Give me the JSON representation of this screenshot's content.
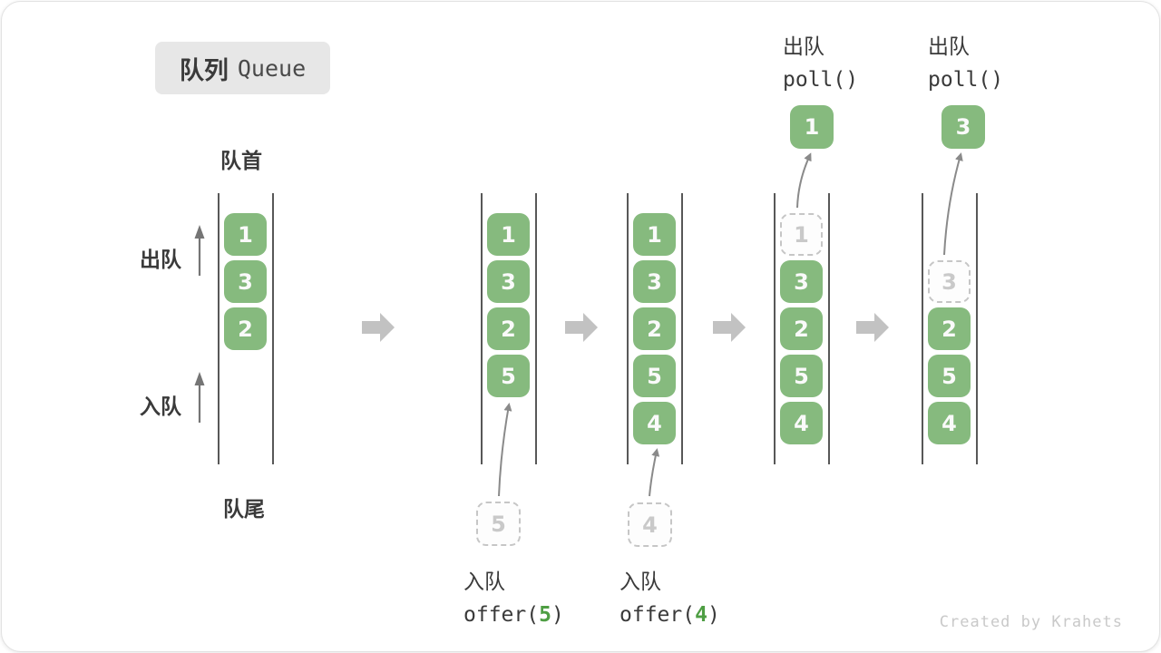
{
  "title": {
    "zh": "队列",
    "en": "Queue"
  },
  "labels": {
    "front": "队首",
    "rear": "队尾",
    "dequeue": "出队",
    "enqueue": "入队"
  },
  "watermark": "Created by Krahets",
  "colors": {
    "box_green": "#86ba7e",
    "code_arg_green": "#4e9e43",
    "block_arrow_gray": "#c2c2c2",
    "thin_arrow_gray": "#8a8a8a",
    "rail_gray": "#585858",
    "dashed_gray": "#c6c6c6",
    "title_bg": "#e7e7e7",
    "text_dark": "#3a3a3a"
  },
  "stages": [
    {
      "name": "initial",
      "boxes": [
        {
          "value": "1",
          "style": "solid"
        },
        {
          "value": "3",
          "style": "solid"
        },
        {
          "value": "2",
          "style": "solid"
        }
      ]
    },
    {
      "name": "after-offer-5",
      "pending": "5",
      "op": {
        "action": "入队",
        "code_pre": "offer(",
        "arg": "5",
        "code_post": ")"
      },
      "boxes": [
        {
          "value": "1",
          "style": "solid"
        },
        {
          "value": "3",
          "style": "solid"
        },
        {
          "value": "2",
          "style": "solid"
        },
        {
          "value": "5",
          "style": "solid"
        }
      ]
    },
    {
      "name": "after-offer-4",
      "pending": "4",
      "op": {
        "action": "入队",
        "code_pre": "offer(",
        "arg": "4",
        "code_post": ")"
      },
      "boxes": [
        {
          "value": "1",
          "style": "solid"
        },
        {
          "value": "3",
          "style": "solid"
        },
        {
          "value": "2",
          "style": "solid"
        },
        {
          "value": "5",
          "style": "solid"
        },
        {
          "value": "4",
          "style": "solid"
        }
      ]
    },
    {
      "name": "poll-1",
      "polled": "1",
      "op": {
        "action": "出队",
        "code": "poll()"
      },
      "boxes": [
        {
          "value": "1",
          "style": "dashed"
        },
        {
          "value": "3",
          "style": "solid"
        },
        {
          "value": "2",
          "style": "solid"
        },
        {
          "value": "5",
          "style": "solid"
        },
        {
          "value": "4",
          "style": "solid"
        }
      ]
    },
    {
      "name": "poll-3",
      "polled": "3",
      "op": {
        "action": "出队",
        "code": "poll()"
      },
      "boxes": [
        {
          "value": "3",
          "style": "dashed"
        },
        {
          "value": "2",
          "style": "solid"
        },
        {
          "value": "5",
          "style": "solid"
        },
        {
          "value": "4",
          "style": "solid"
        }
      ]
    }
  ]
}
